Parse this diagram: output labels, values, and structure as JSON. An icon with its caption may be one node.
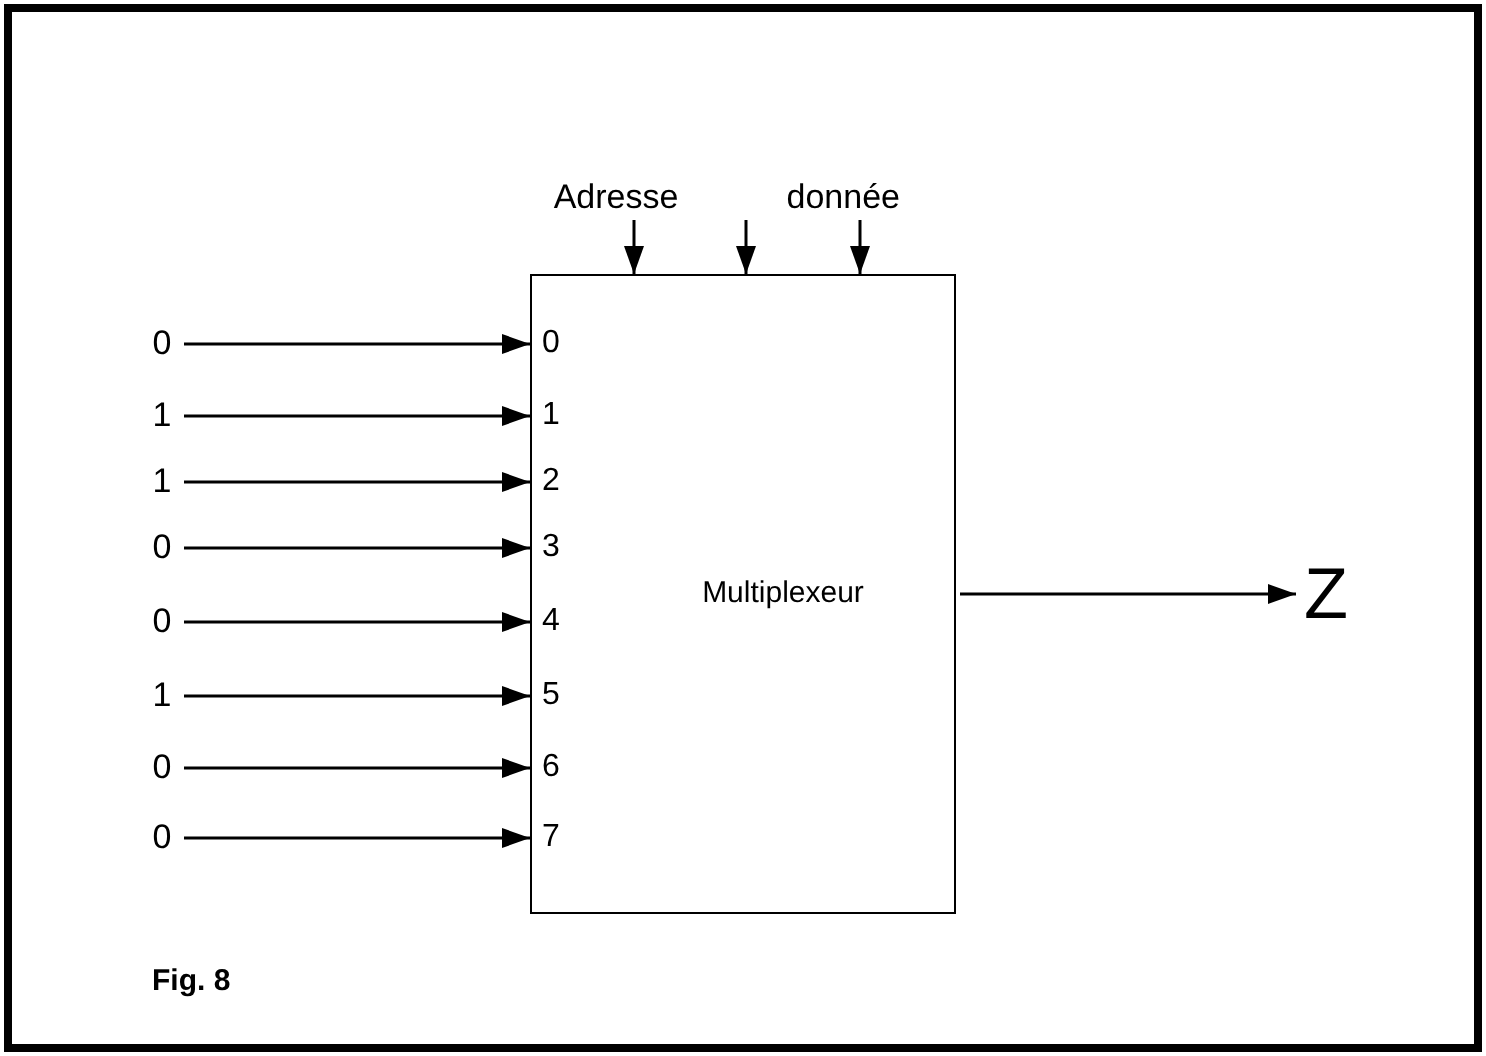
{
  "diagram": {
    "caption": "Fig. 8",
    "nodes": [
      {
        "text": [
          "Multiplexeur"
        ]
      },
      {
        "text": [
          "Adresse"
        ]
      },
      {
        "text": [
          "donnée"
        ]
      },
      {
        "text": [
          "0"
        ]
      },
      {
        "text": [
          "1"
        ]
      },
      {
        "text": [
          "1"
        ]
      },
      {
        "text": [
          "0"
        ]
      },
      {
        "text": [
          "0"
        ]
      },
      {
        "text": [
          "1"
        ]
      },
      {
        "text": [
          "0"
        ]
      },
      {
        "text": [
          "0"
        ]
      },
      {
        "text": [
          "Z"
        ]
      }
    ],
    "edges": [
      {
        "from": 3,
        "to": 0,
        "arrow": "to"
      },
      {
        "from": 4,
        "to": 0,
        "arrow": "to"
      },
      {
        "from": 5,
        "to": 0,
        "arrow": "to"
      },
      {
        "from": 6,
        "to": 0,
        "arrow": "to"
      },
      {
        "from": 7,
        "to": 0,
        "arrow": "to"
      },
      {
        "from": 8,
        "to": 0,
        "arrow": "to"
      },
      {
        "from": 9,
        "to": 0,
        "arrow": "to"
      },
      {
        "from": 10,
        "to": 0,
        "arrow": "to"
      },
      {
        "from": 1,
        "to": 0,
        "arrow": "to"
      },
      {
        "from": 2,
        "to": 0,
        "arrow": "to"
      },
      {
        "from": 2,
        "to": 0,
        "arrow": "to"
      },
      {
        "from": 0,
        "to": 11,
        "arrow": "to"
      }
    ],
    "labels": [
      "0",
      "1",
      "2",
      "3",
      "4",
      "5",
      "6",
      "7"
    ]
  }
}
